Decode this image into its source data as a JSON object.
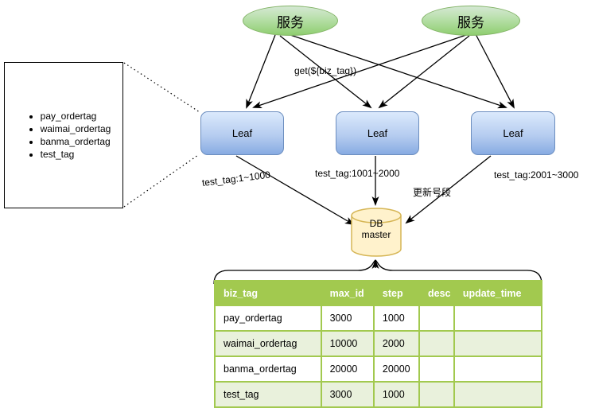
{
  "diagram": {
    "services": [
      {
        "label": "服务"
      },
      {
        "label": "服务"
      }
    ],
    "leaves": [
      {
        "label": "Leaf"
      },
      {
        "label": "Leaf"
      },
      {
        "label": "Leaf"
      }
    ],
    "edge_labels": {
      "get_call": "get(${biz_tag})",
      "leaf1_range": "test_tag:1~1000",
      "leaf2_range": "test_tag:1001~2000",
      "leaf3_range": "test_tag:2001~3000",
      "update_segment": "更新号段"
    },
    "db": {
      "line1": "DB",
      "line2": "master"
    },
    "tag_list": {
      "items": [
        "pay_ordertag",
        "waimai_ordertag",
        "banma_ordertag",
        "test_tag"
      ]
    }
  },
  "table": {
    "columns": [
      "biz_tag",
      "max_id",
      "step",
      "desc",
      "update_time"
    ],
    "rows": [
      [
        "pay_ordertag",
        "3000",
        "1000",
        "",
        ""
      ],
      [
        "waimai_ordertag",
        "10000",
        "2000",
        "",
        ""
      ],
      [
        "banma_ordertag",
        "20000",
        "20000",
        "",
        ""
      ],
      [
        "test_tag",
        "3000",
        "1000",
        "",
        ""
      ]
    ]
  },
  "colors": {
    "service_fill_top": "#d5e8d4",
    "service_fill_bottom": "#8fce70",
    "service_stroke": "#82b366",
    "leaf_fill_top": "#dbe9fc",
    "leaf_fill_bottom": "#87abe2",
    "leaf_stroke": "#6c8ebf",
    "db_fill": "#fff2cc",
    "db_stroke": "#d6b656",
    "table_header_bg": "#a2c94f",
    "table_alt_row_bg": "#e9f1dc",
    "arrow": "#000000"
  }
}
